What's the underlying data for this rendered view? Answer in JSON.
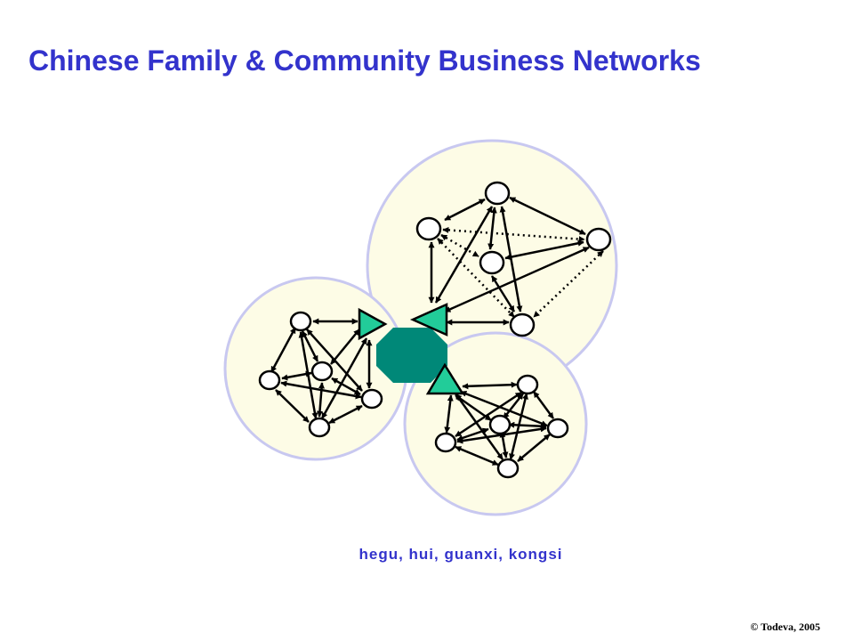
{
  "title": "Chinese Family & Community Business Networks",
  "caption": "hegu, hui, guanxi, kongsi",
  "copyright": "© Todeva, 2005",
  "colors": {
    "title_text": "#3333cc",
    "community_fill": "#fdfce6",
    "community_stroke": "#c8c8f0",
    "hub": "#008878",
    "gateway": "#22cc99",
    "node_fill": "#ffffff",
    "edge": "#000000"
  },
  "diagram": {
    "communities": [
      {
        "id": "top-community"
      },
      {
        "id": "left-community"
      },
      {
        "id": "bottom-community"
      }
    ],
    "hub": {
      "shape": "octagon"
    },
    "gateways": [
      {
        "id": "left-gateway",
        "direction": "right"
      },
      {
        "id": "top-gateway",
        "direction": "left"
      },
      {
        "id": "bottom-gateway",
        "direction": "up"
      }
    ],
    "edge_styles": [
      "solid-bidirectional",
      "dotted-bidirectional"
    ]
  }
}
